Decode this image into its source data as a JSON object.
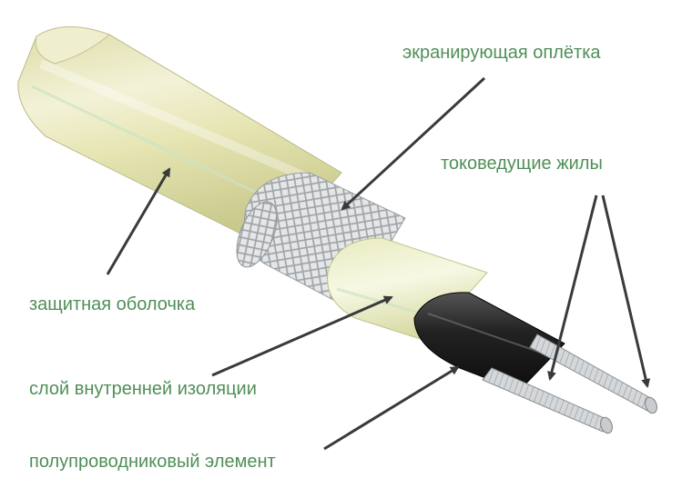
{
  "labels": {
    "braid": "экранирующая оплётка",
    "conductors": "токоведущие жилы",
    "jacket": "защитная оболочка",
    "insulation": "слой внутренней изоляции",
    "core": "полупроводниковый элемент"
  },
  "colors": {
    "label_text": "#4f8f57",
    "jacket": "#e8e6b8",
    "braid": "#dfe1e2",
    "insulation": "#f1f2cf",
    "core": "#1f1f1f",
    "wire": "#c6c9cb",
    "arrow": "#3a3a3a"
  }
}
